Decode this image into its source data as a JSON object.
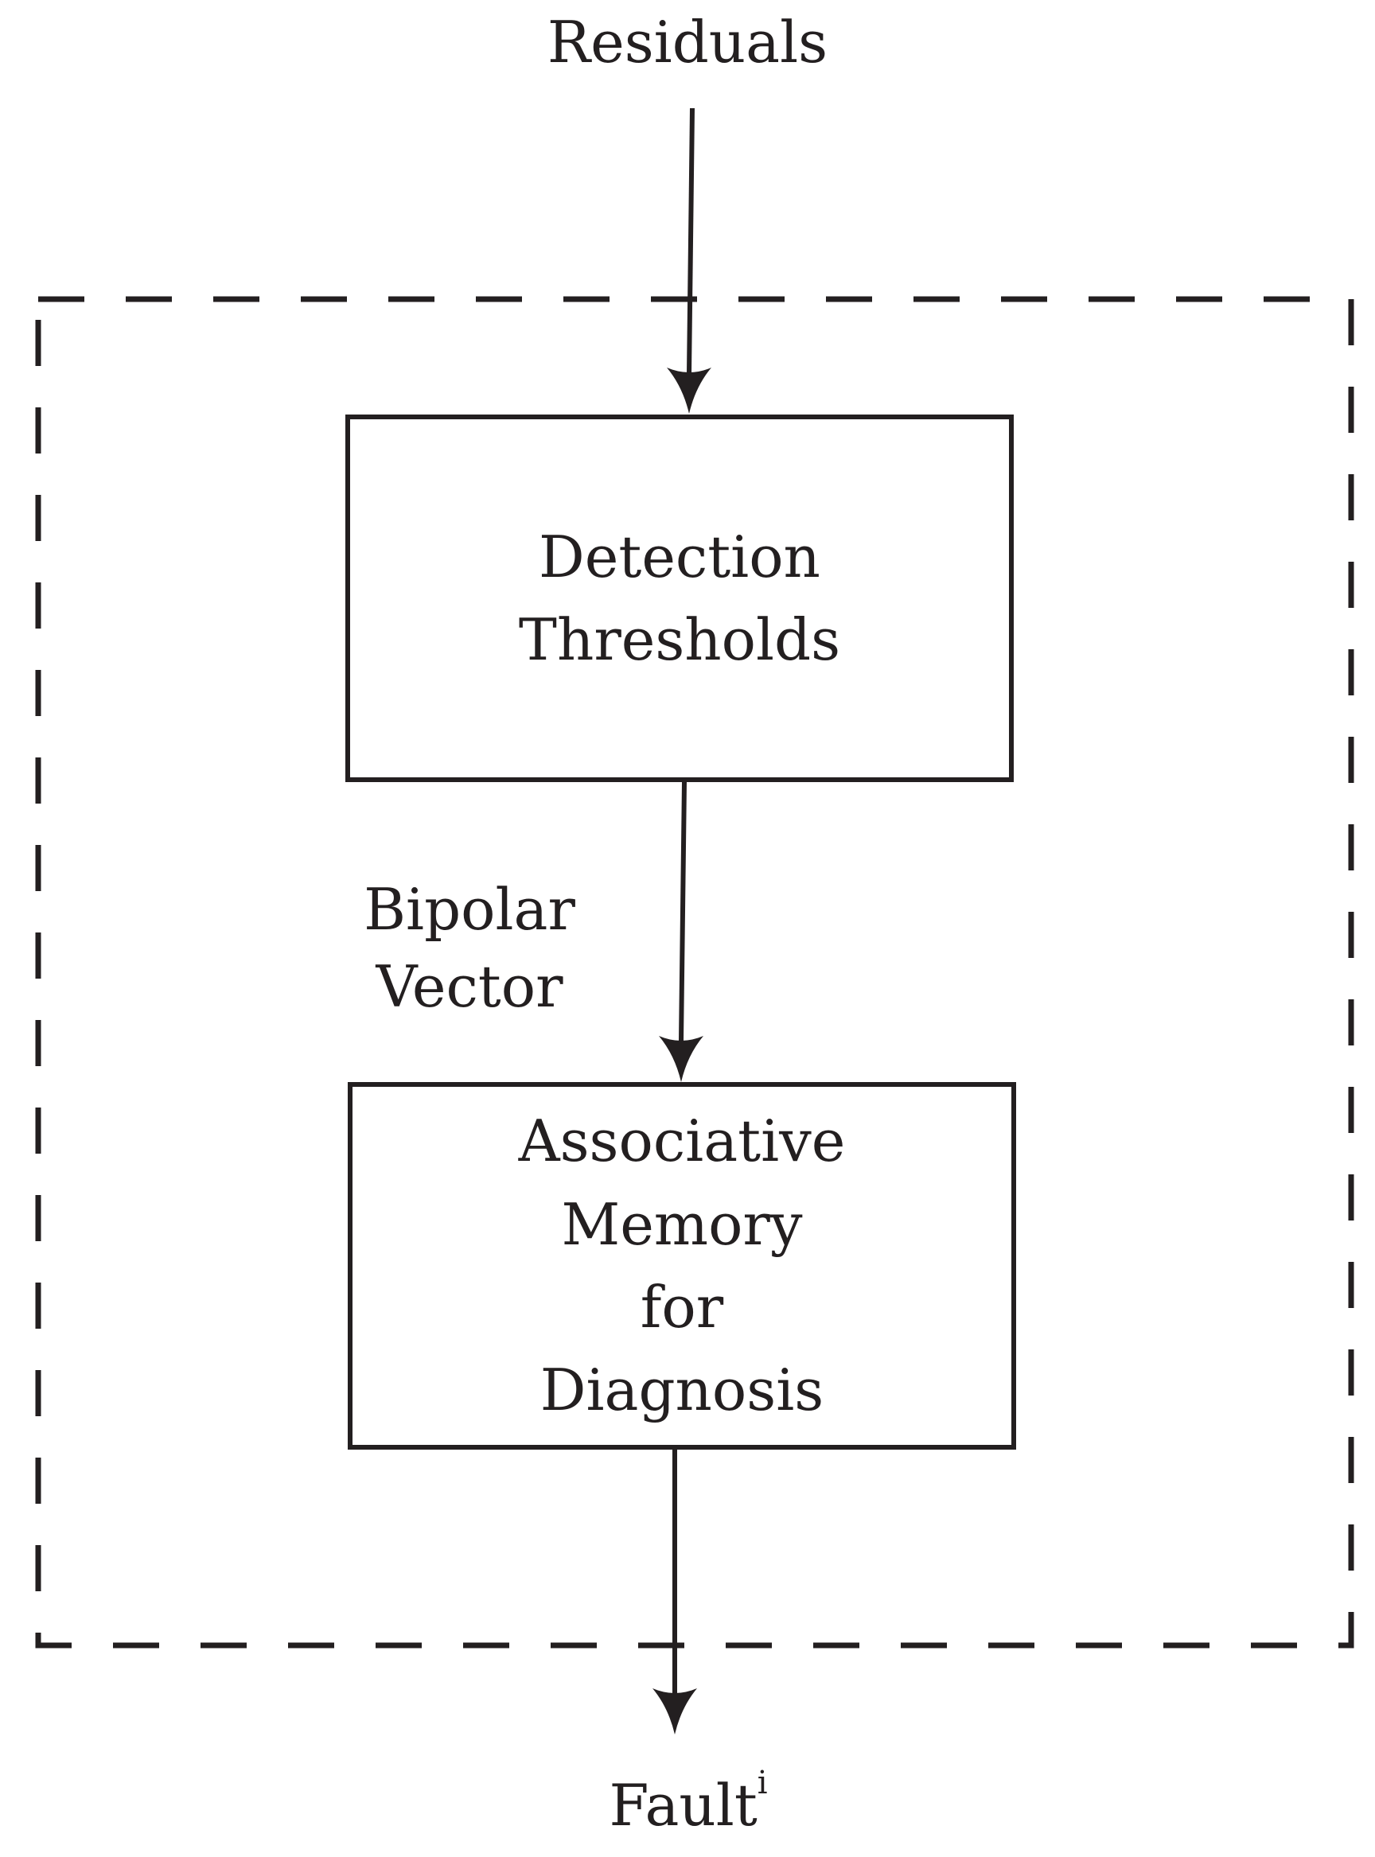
{
  "diagram": {
    "input_label": "Residuals",
    "output_label": "Fault",
    "output_superscript": "i",
    "edge_label": [
      "Bipolar",
      "Vector"
    ],
    "blocks": {
      "detection": [
        "Detection",
        "Thresholds"
      ],
      "memory": [
        "Associative",
        "Memory",
        "for",
        "Diagnosis"
      ]
    }
  },
  "colors": {
    "stroke": "#231f20",
    "background": "#ffffff"
  }
}
